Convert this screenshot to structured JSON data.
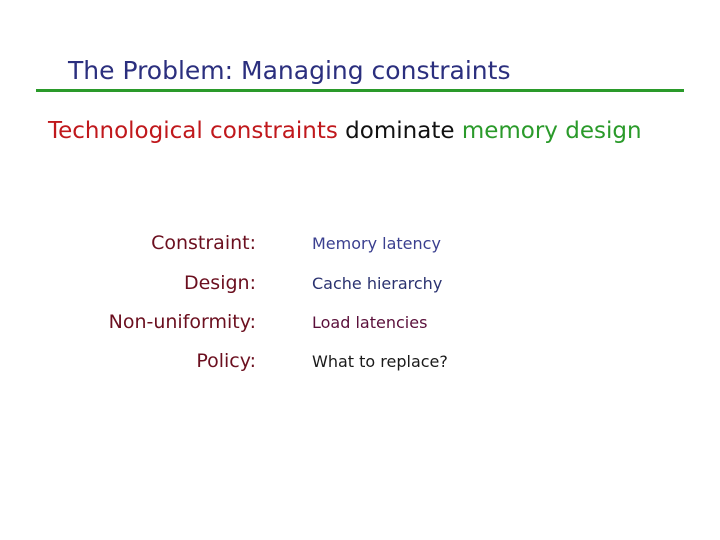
{
  "slide": {
    "title": "The Problem: Managing constraints",
    "subtitle": {
      "part1": "Technological constraints",
      "part2": " dominate ",
      "part3": "memory design"
    },
    "rows": [
      {
        "label": "Constraint:",
        "value": "Memory latency",
        "value_color": "#3a3f8f"
      },
      {
        "label": "Design:",
        "value": "Cache hierarchy",
        "value_color": "#2a3270"
      },
      {
        "label": "Non-uniformity:",
        "value": "Load latencies",
        "value_color": "#5a0f3a"
      },
      {
        "label": "Policy:",
        "value": "What to replace?",
        "value_color": "#1a1a1a"
      }
    ]
  },
  "colors": {
    "title": "#2b2f7e",
    "rule": "#2a9a2a",
    "subtitle_red": "#c0181c",
    "subtitle_green": "#2a9a2a",
    "label": "#6b0f1f"
  }
}
